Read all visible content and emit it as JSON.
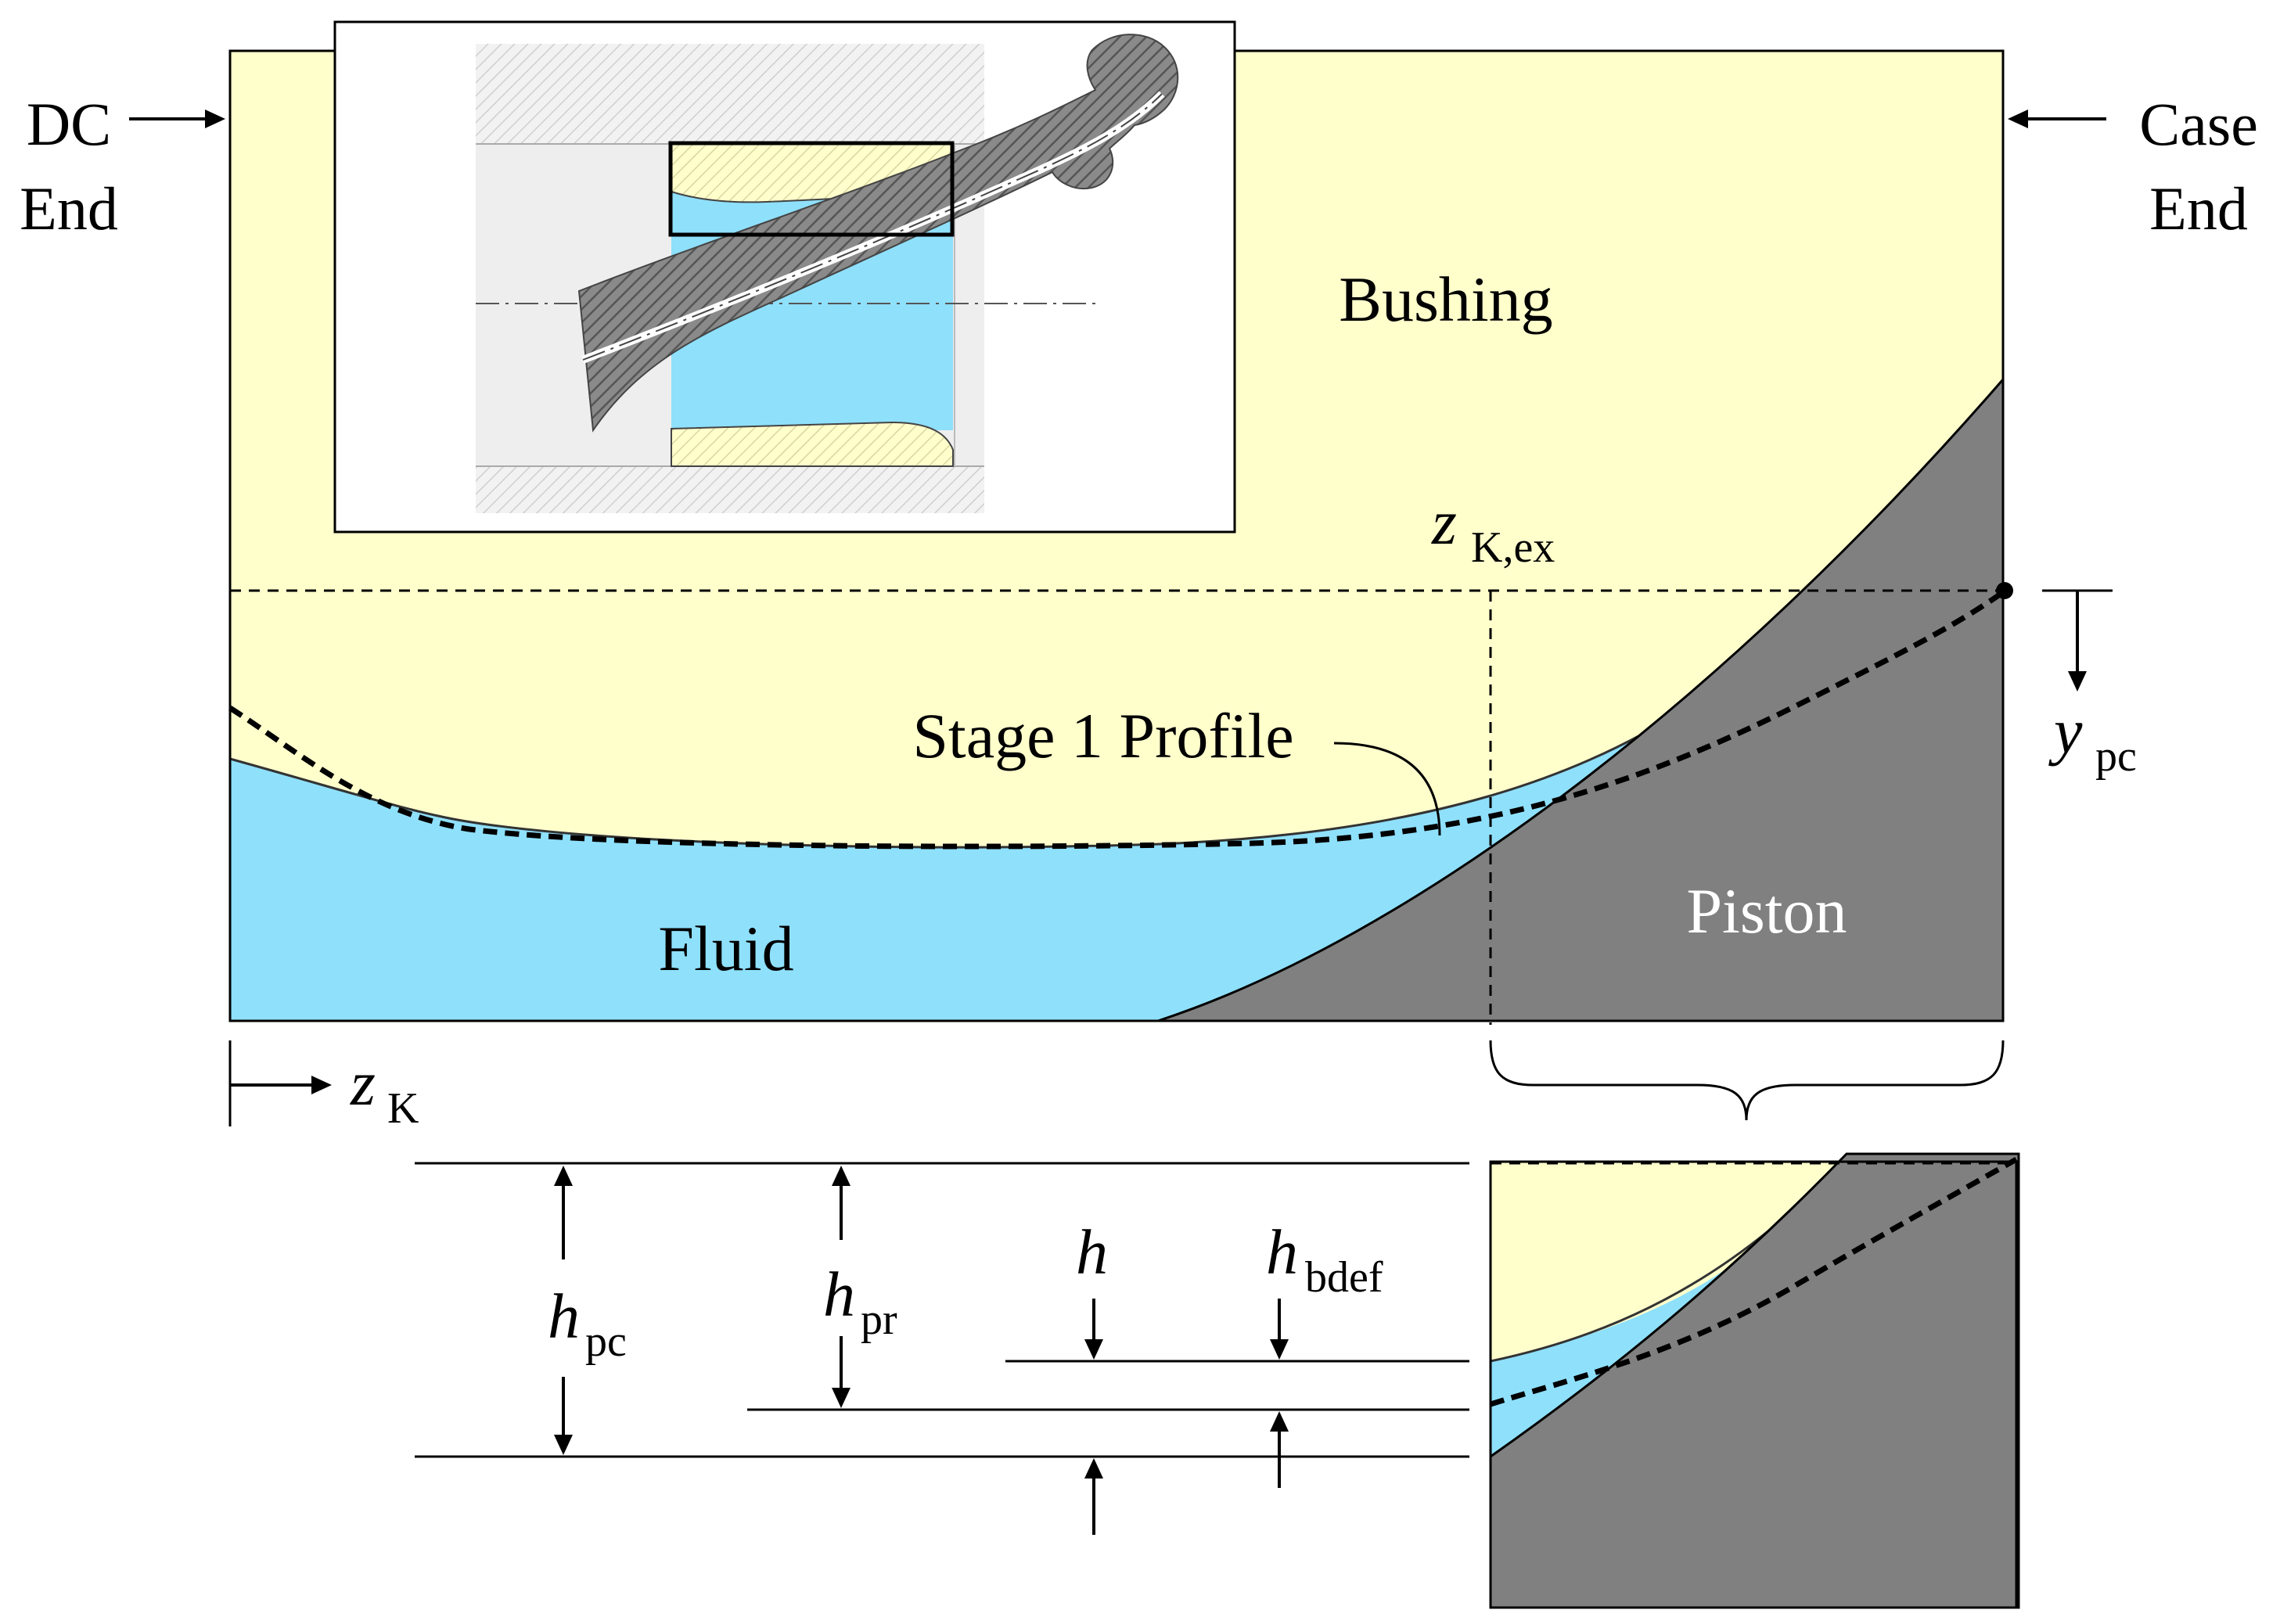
{
  "labels": {
    "dc_end_line1": "DC",
    "dc_end_line2": "End",
    "case_end_line1": "Case",
    "case_end_line2": "End",
    "bushing": "Bushing",
    "fluid": "Fluid",
    "piston": "Piston",
    "stage1_profile": "Stage 1 Profile"
  },
  "symbols": {
    "zk_ex_main": "z",
    "zk_ex_sub": "K,ex",
    "ypc_main": "y",
    "ypc_sub": "pc",
    "zk_main": "z",
    "zk_sub": "K",
    "hpc_main": "h",
    "hpc_sub": "pc",
    "hpr_main": "h",
    "hpr_sub": "pr",
    "h_main": "h",
    "hbdef_main": "h",
    "hbdef_sub": "bdef"
  },
  "colors": {
    "bushing": "#ffffcc",
    "fluid": "#8fe0fb",
    "piston": "#808080",
    "line": "#000000",
    "inset_bg": "#eeeeee"
  }
}
